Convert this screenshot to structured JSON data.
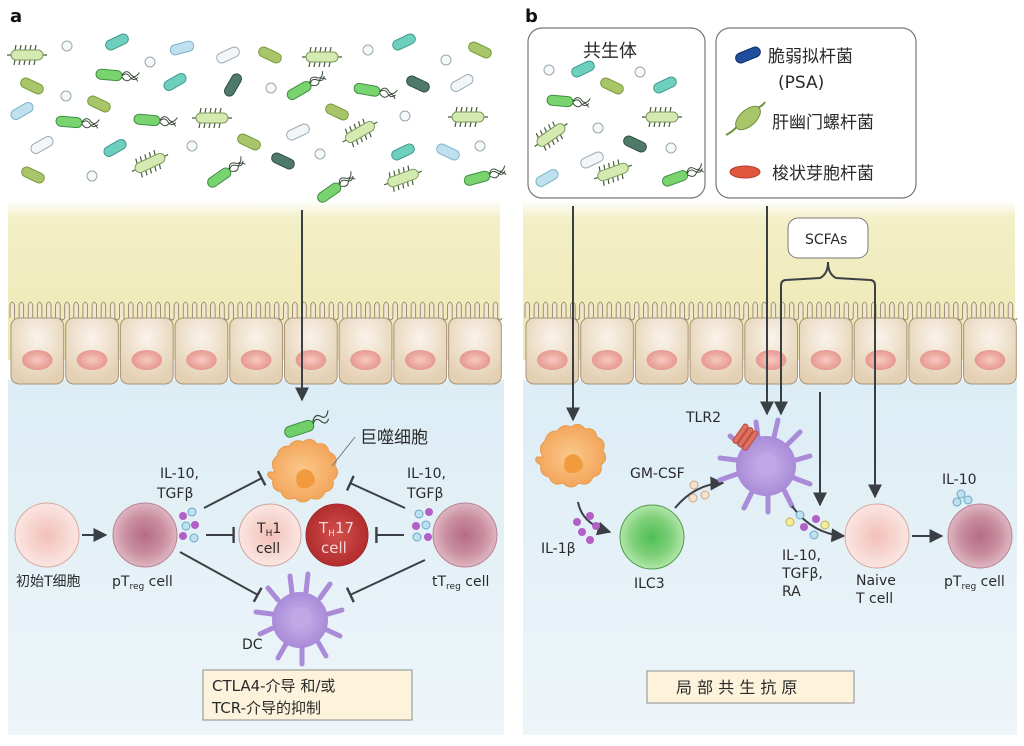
{
  "panel_a": {
    "label": "a",
    "macrophage_label": "巨噬细胞",
    "naive_t_label": "初始T细胞",
    "ptreg": {
      "prefix": "pT",
      "sub": "reg",
      "suffix": " cell"
    },
    "ttreg": {
      "prefix": "tT",
      "sub": "reg",
      "suffix": " cell"
    },
    "cytokines_left": [
      "IL-10,",
      "TGFβ"
    ],
    "cytokines_right": [
      "IL-10,",
      "TGFβ"
    ],
    "th1": {
      "t": "T",
      "sub": "H",
      "num": "1",
      "line2": "cell"
    },
    "th17": {
      "t": "T",
      "sub": "H",
      "num": "17",
      "line2": "cell"
    },
    "dc_label": "DC",
    "caption": [
      "CTLA4-介导 和/或",
      "TCR-介导的抑制"
    ]
  },
  "panel_b": {
    "label": "b",
    "commensal_box_title": "共生体",
    "legend": [
      {
        "name": "脆弱拟杆菌",
        "sub": "(PSA)",
        "icon": "bacteroides-fragilis-icon",
        "color": "#1f4e9c"
      },
      {
        "name": "肝幽门螺杆菌",
        "icon": "helicobacter-hepaticus-icon",
        "color": "#9cbb5a"
      },
      {
        "name": "梭状芽胞杆菌",
        "icon": "clostridium-icon",
        "color": "#e0563e"
      }
    ],
    "scfas_label": "SCFAs",
    "tlr2_label": "TLR2",
    "gmcsf_label": "GM-CSF",
    "il1b_label": "IL-1β",
    "ilc3_label": "ILC3",
    "dc_cytokines": [
      "IL-10,",
      "TGFβ,",
      "RA"
    ],
    "naive_t": [
      "Naive",
      "T cell"
    ],
    "il10_label": "IL-10",
    "ptreg": {
      "prefix": "pT",
      "sub": "reg",
      "suffix": " cell"
    },
    "caption": "局 部 共 生 抗 原"
  },
  "colors": {
    "lumen": "#efebb8",
    "tissue": "#e2eff5",
    "epithelial_cell": "#e8d6bd",
    "nucleus": "#e9a39c",
    "macrophage": "#f5b066",
    "dc": "#b79fde",
    "treg": "#c98ea0",
    "naive_t": "#f8d8d3",
    "th17": "#c43c3c",
    "ilc3": "#7fd07a",
    "caption_box": "#fdf3dc"
  }
}
